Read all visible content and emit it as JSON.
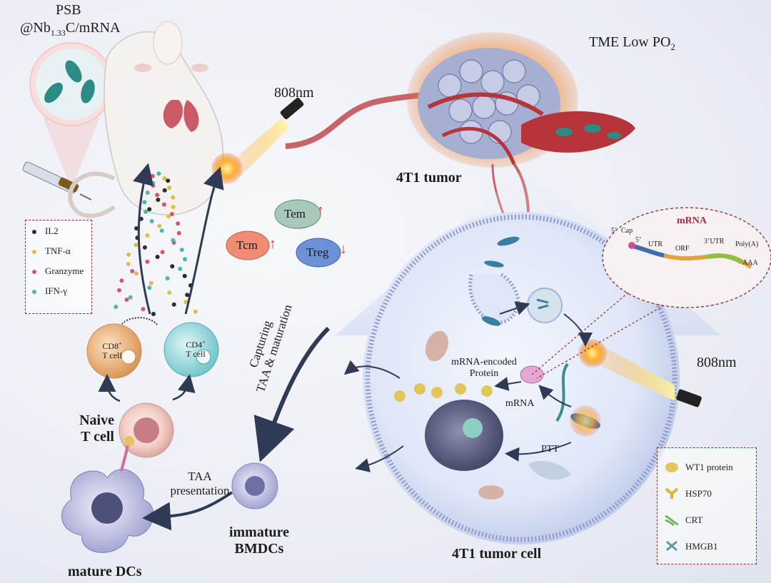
{
  "title_psb": "PSB",
  "title_nb_prefix": "@Nb",
  "title_nb_sub": "1.33",
  "title_nb_suffix": "C/mRNA",
  "laser_top": "808nm",
  "laser_right": "808nm",
  "tme_prefix": "TME Low PO",
  "tme_sub": "2",
  "tumor_label": "4T1 tumor",
  "tumor_cell_label": "4T1 tumor cell",
  "cytokine_legend": [
    {
      "label": "IL2",
      "color": "#2c2c2c"
    },
    {
      "label": "TNF-α",
      "color": "#d8c04a"
    },
    {
      "label": "Granzyme",
      "color": "#d5566a"
    },
    {
      "label": "IFN-γ",
      "color": "#4bb7b0"
    }
  ],
  "tcell_states": {
    "tem": "Tem",
    "tcm": "Tcm",
    "treg": "Treg",
    "up_arrow": "↑",
    "down_arrow": "↓"
  },
  "cd8_line1": "CD8",
  "cd8_sup": "+",
  "cd8_line2": "T cell",
  "cd4_line1": "CD4",
  "cd4_sup": "+",
  "cd4_line2": "T cell",
  "naive_line1": "Naive",
  "naive_line2": "T cell",
  "capturing_line1": "Capturing",
  "capturing_line2": "TAA & maturation",
  "taa_line1": "TAA",
  "taa_line2": "presentation",
  "immature_line1": "immature",
  "immature_line2": "BMDCs",
  "mature_dcs": "mature DCs",
  "mrna_title": "mRNA",
  "mrna_parts": {
    "five_prime": "5’",
    "cap": "Cap",
    "five_prime_2": "5’",
    "utr5": "UTR",
    "orf": "ORF",
    "utr3": "3’UTR",
    "polya": "Poly(A)",
    "aaa": "AAA"
  },
  "mrna_encoded_line1": "mRNA-encoded",
  "mrna_encoded_line2": "Protein",
  "mrna_label": "mRNA",
  "ptt_label": "PTT",
  "damp_legend": [
    {
      "label": "WT1 protein",
      "icon": "wt1-protein-icon",
      "color": "#e2c65a"
    },
    {
      "label": "HSP70",
      "icon": "hsp70-icon",
      "color": "#e0b531"
    },
    {
      "label": "CRT",
      "icon": "crt-icon",
      "color": "#6eb95c"
    },
    {
      "label": "HMGB1",
      "icon": "hmgb1-icon",
      "color": "#5a9d9a"
    }
  ],
  "colors": {
    "tumor_red": "#b7343b",
    "cell_blue": "#c8d3ee",
    "arrow_dark": "#2f3a55",
    "legend_border": "#8b2a2a"
  }
}
